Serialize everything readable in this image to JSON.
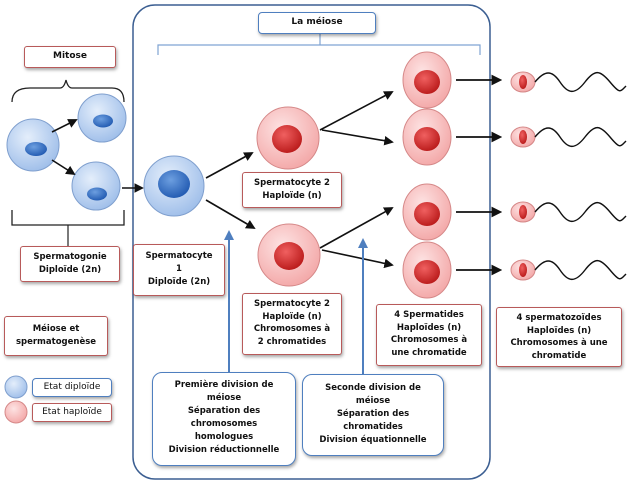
{
  "meiose_title": "La méiose",
  "mitose_label": "Mitose",
  "spermatogonie": "Spermatogonie\nDiploïde (2n)",
  "spermatocyte1": "Spermatocyte\n1\nDiploïde (2n)",
  "spermatocyte2_top": "Spermatocyte 2\nHaploïde (n)",
  "spermatocyte2_bottom": "Spermatocyte 2\nHaploïde (n)\nChromosomes à\n2 chromatides",
  "spermatides": "4 Spermatides\nHaploïdes (n)\nChromosomes à\nune chromatide",
  "spermatozoides": "4 spermatozoïdes\nHaploïdes (n)\nChromosomes à une\nchromatide",
  "meiose_spermatogenese": "Méiose et\nspermatogenèse",
  "premiere_division": "Première division de\nméiose\nSéparation des\nchromosomes\nhomologues\nDivision réductionnelle",
  "seconde_division": "Seconde division de\nméiose\nSéparation des\nchromatides\nDivision équationnelle",
  "legend": {
    "diploid": "Etat diploïde",
    "haploid": "Etat haploïde"
  },
  "colors": {
    "diploid_cell": "#a9c6ee",
    "diploid_nucleus": "#2f6fc8",
    "haploid_cell": "#f6b6b6",
    "haploid_nucleus": "#d42525",
    "blue_border": "#4f7fbf",
    "red_border": "#b85a5a"
  }
}
